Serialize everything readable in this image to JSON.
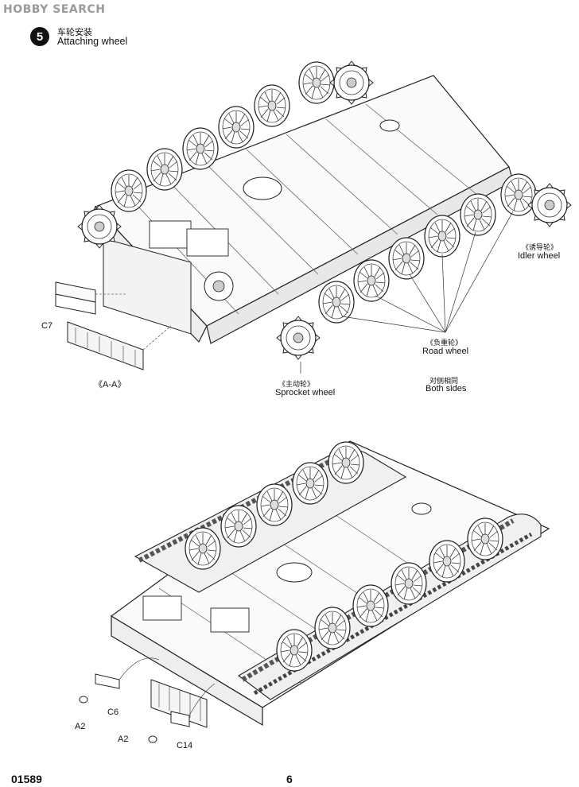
{
  "watermark": "HOBBY SEARCH",
  "step": {
    "number": "5",
    "title_zh": "车轮安装",
    "title_en": "Attaching wheel"
  },
  "labels": {
    "c7": "C7",
    "aa": "《A-A》",
    "sprocket_zh": "《主动轮》",
    "sprocket_en": "Sprocket wheel",
    "road_zh": "《负重轮》",
    "road_en": "Road wheel",
    "idler_zh": "《诱导轮》",
    "idler_en": "Idler wheel",
    "both_zh": "对侧相同",
    "both_en": "Both sides",
    "c6": "C6",
    "a2_left": "A2",
    "a2_bottom": "A2",
    "c14": "C14"
  },
  "footer": {
    "code": "01589",
    "page": "6"
  }
}
